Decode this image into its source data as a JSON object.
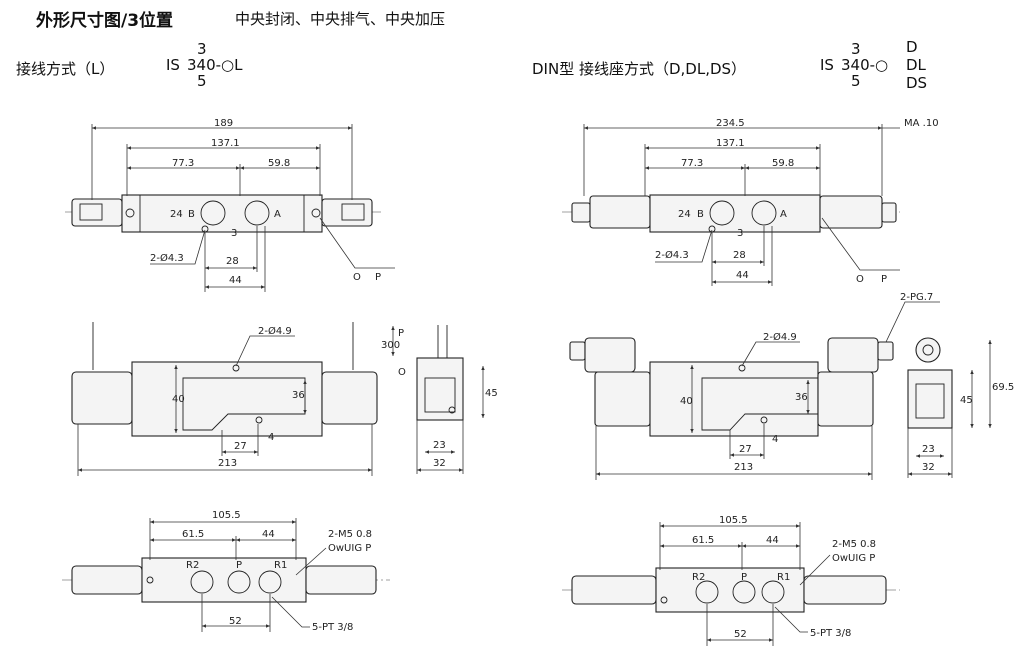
{
  "header": {
    "title": "外形尺寸图/3位置",
    "subtitle": "中央封闭、中央排气、中央加压"
  },
  "left": {
    "wiring_label": "接线方式（L）",
    "model_prefix": "IS",
    "model_top": "3",
    "model_mid": "340-○L",
    "model_bottom": "5",
    "top_view": {
      "dims": [
        "189",
        "137.1",
        "77.3",
        "59.8",
        "28",
        "44",
        "24",
        "3"
      ],
      "labels": {
        "b": "B",
        "a": "A",
        "hole": "2-Ø4.3",
        "o": "O",
        "p": "P"
      }
    },
    "front_view": {
      "dims": [
        "40",
        "36",
        "27",
        "4",
        "213",
        "300"
      ],
      "labels": {
        "hole": "2-Ø4.9",
        "p": "P",
        "o": "O"
      }
    },
    "side_view": {
      "dims": [
        "45",
        "23",
        "32"
      ]
    },
    "bottom_view": {
      "dims": [
        "105.5",
        "61.5",
        "44",
        "52"
      ],
      "labels": {
        "r2": "R2",
        "p": "P",
        "r1": "R1",
        "m5": "2-M5  0.8",
        "owuig": "OwUIG  P",
        "pt": "5-PT 3/8"
      }
    }
  },
  "right": {
    "wiring_label": "DIN型 接线座方式（D,DL,DS）",
    "model_prefix": "IS",
    "model_top": "3",
    "model_mid": "340-○",
    "model_bottom": "5",
    "model_suffix": [
      "D",
      "DL",
      "DS"
    ],
    "top_view": {
      "dims": [
        "234.5",
        "MA  .10",
        "137.1",
        "77.3",
        "59.8",
        "28",
        "44",
        "24",
        "3"
      ],
      "labels": {
        "b": "B",
        "a": "A",
        "hole": "2-Ø4.3",
        "o": "O",
        "p": "P"
      }
    },
    "front_view": {
      "dims": [
        "40",
        "36",
        "27",
        "4",
        "213"
      ],
      "labels": {
        "hole": "2-Ø4.9",
        "pg": "2-PG.7"
      }
    },
    "side_view": {
      "dims": [
        "45",
        "69.5",
        "23",
        "32"
      ]
    },
    "bottom_view": {
      "dims": [
        "105.5",
        "61.5",
        "44",
        "52"
      ],
      "labels": {
        "r2": "R2",
        "p": "P",
        "r1": "R1",
        "m5": "2-M5  0.8",
        "owuig": "OwUIG  P",
        "pt": "5-PT 3/8"
      }
    }
  }
}
